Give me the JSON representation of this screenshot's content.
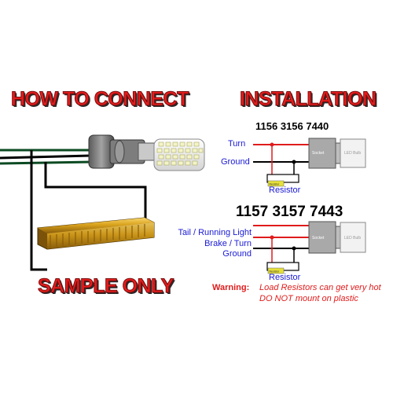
{
  "left": {
    "title": "HOW TO CONNECT",
    "stamp": "SAMPLE ONLY"
  },
  "right": {
    "title": "INSTALLATION",
    "diagram1": {
      "models": "1156 3156 7440",
      "labels": [
        "Turn",
        "Ground"
      ],
      "resistor_label": "Resistor",
      "resistor_tag": "Resistor",
      "socket_label": "Socket",
      "bulb_label": "LED Bulb"
    },
    "diagram2": {
      "models": "1157 3157 7443",
      "labels": [
        "Tail / Running Light",
        "Brake / Turn",
        "Ground"
      ],
      "resistor_label": "Resistor",
      "resistor_tag": "Resistor",
      "socket_label": "Socket",
      "bulb_label": "LED Bulb"
    },
    "warning": {
      "title": "Warning:",
      "line1": "Load Resistors can get very hot",
      "line2": "DO NOT mount on plastic"
    }
  },
  "colors": {
    "title_red": "#e41d1d",
    "label_blue": "#1a1ad6",
    "wire_red": "#e01b1b",
    "wire_black": "#000000",
    "wire_green": "#0b4a22",
    "resistor_gold": "#d9a21c",
    "resistor_tag": "#e6e03a"
  }
}
